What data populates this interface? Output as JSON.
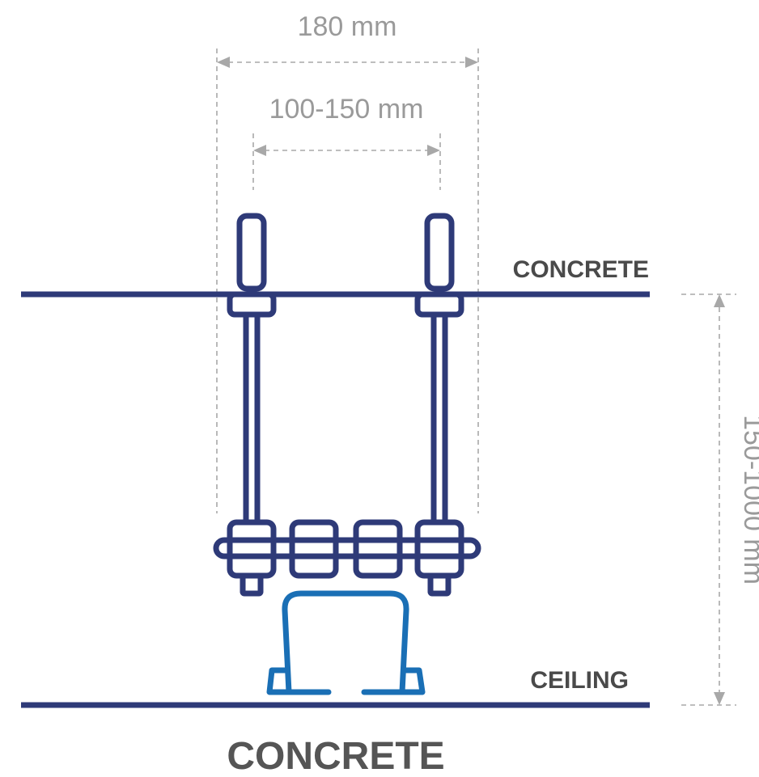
{
  "dimensions": {
    "outer_width": "180 mm",
    "inner_width": "100-150 mm",
    "height": "150-1000 mm"
  },
  "labels": {
    "concrete_top": "CONCRETE",
    "ceiling": "CEILING",
    "title": "CONCRETE"
  },
  "colors": {
    "structure": "#2e3a78",
    "channel": "#1a6fb5",
    "dimension": "#a8a8a8"
  }
}
